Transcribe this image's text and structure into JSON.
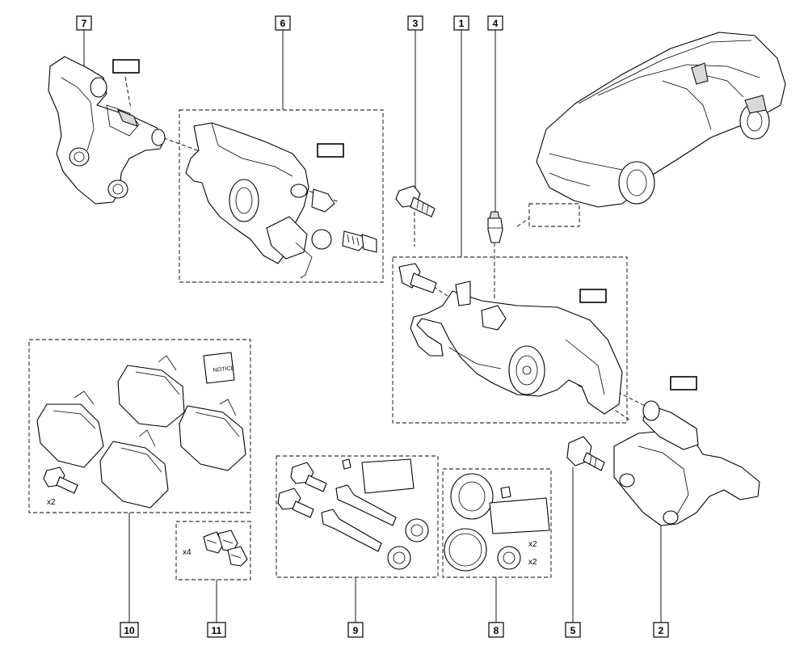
{
  "callouts": {
    "c1": "1",
    "c2": "2",
    "c3": "3",
    "c4": "4",
    "c5": "5",
    "c6": "6",
    "c7": "7",
    "c8": "8",
    "c9": "9",
    "c10": "10",
    "c11": "11"
  },
  "quantities": {
    "pad_bolts": "x2",
    "clips": "x4",
    "seal_kit_a": "x2",
    "seal_kit_b": "x2"
  },
  "booklet_label": "NOTICE"
}
